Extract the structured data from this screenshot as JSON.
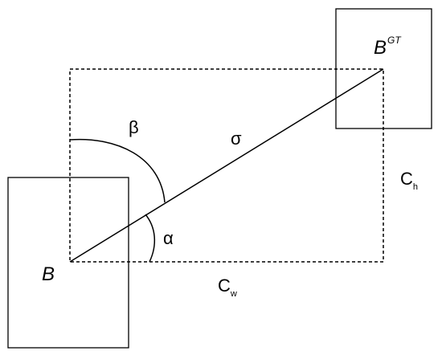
{
  "labels": {
    "b": "B",
    "b_gt": "B",
    "gt_superscript": "GT",
    "beta": "β",
    "sigma": "σ",
    "alpha": "α",
    "c_h": "C",
    "c_h_subscript": "h",
    "c_w": "C",
    "c_w_subscript": "w"
  },
  "colors": {
    "stroke": "#000000",
    "background": "#ffffff"
  }
}
